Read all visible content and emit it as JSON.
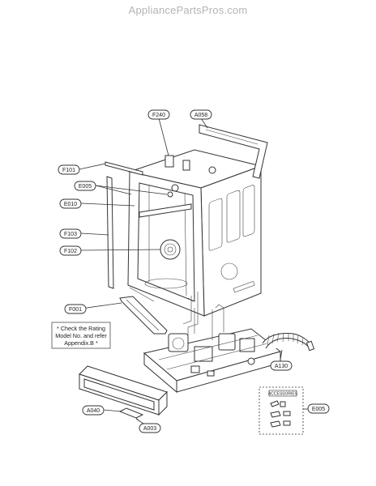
{
  "watermark": "AppliancePartsPros.com",
  "callouts": {
    "f240": "F240",
    "a058": "A058",
    "f101": "F101",
    "e005_top": "E005",
    "e010": "E010",
    "f103": "F103",
    "f102": "F102",
    "f001": "F001",
    "a130": "A130",
    "a040": "A040",
    "a003": "A003",
    "e005_acc": "E005"
  },
  "note": {
    "line1": "* Check the Rating",
    "line2": "Model No. and refer",
    "line3": "Appendix.B *"
  },
  "accessories": {
    "title": "ACCESSORIES"
  }
}
